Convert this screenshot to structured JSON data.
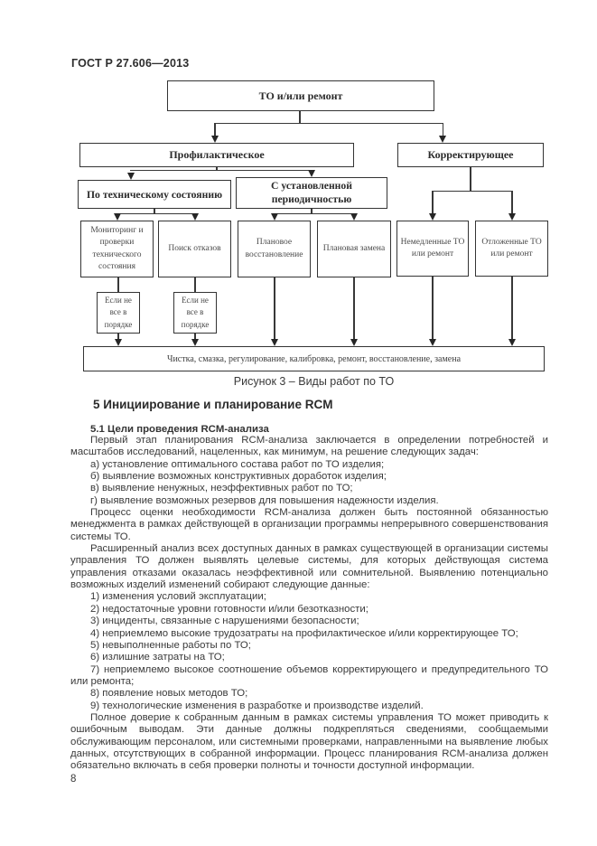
{
  "page": {
    "header": "ГОСТ Р 27.606—2013",
    "page_number": "8"
  },
  "diagram": {
    "caption": "Рисунок 3 – Виды работ по ТО",
    "nodes": {
      "root": "ТО и/или ремонт",
      "preventive": "Профилактическое",
      "corrective": "Корректирующее",
      "condition_based": "По техническому состоянию",
      "scheduled": "С установленной периодичностью",
      "monitoring": "Мониторинг и проверки технического состояния",
      "failure_finding": "Поиск отказов",
      "planned_restoration": "Плановое восстановление",
      "planned_replacement": "Плановая замена",
      "immediate": "Немедленные ТО или ремонт",
      "deferred": "Отложенные ТО или ремонт",
      "if_not_ok_1": "Если не все в порядке",
      "if_not_ok_2": "Если не все в порядке",
      "works": "Чистка, смазка, регулирование, калибровка, ремонт, восстановление, замена"
    }
  },
  "section": {
    "heading": "5 Инициирование и планирование RCM",
    "subheading": "5.1 Цели проведения RCM-анализа",
    "paragraphs": [
      "Первый этап планирования RCM-анализа заключается в определении потребностей и масштабов исследований, нацеленных, как минимум, на решение следующих задач:",
      "а) установление оптимального состава работ по ТО изделия;",
      "б) выявление возможных конструктивных доработок изделия;",
      "в) выявление ненужных, неэффективных работ по ТО;",
      "г) выявление возможных резервов для повышения надежности изделия.",
      "Процесс оценки необходимости RCM-анализа должен быть постоянной обязанностью менеджмента в рамках действующей в организации программы непрерывного совершенствования системы ТО.",
      "Расширенный анализ всех доступных данных в рамках существующей в организации системы управления ТО должен выявлять целевые системы, для которых действующая система управления отказами оказалась неэффективной или сомнительной. Выявлению потенциально возможных изделий изменений собирают следующие данные:",
      "1) изменения условий эксплуатации;",
      "2) недостаточные уровни готовности и/или безотказности;",
      "3) инциденты, связанные с нарушениями безопасности;",
      "4) неприемлемо высокие трудозатраты на профилактическое и/или корректирующее ТО;",
      "5) невыполненные работы по ТО;",
      "6) излишние затраты на ТО;",
      "7) неприемлемо высокое соотношение объемов корректирующего и предупредительного ТО или ремонта;",
      "8) появление новых методов ТО;",
      "9) технологические изменения в разработке и производстве изделий.",
      "Полное доверие к собранным данным в рамках системы управления ТО может приводить к ошибочным выводам. Эти данные должны подкрепляться сведениями, сообщаемыми обслуживающим персоналом, или системными проверками, направленными на выявление любых данных, отсутствующих в собранной информации. Процесс планирования RCM-анализа должен обязательно включать в себя проверки полноты и точности доступной информации."
    ]
  }
}
